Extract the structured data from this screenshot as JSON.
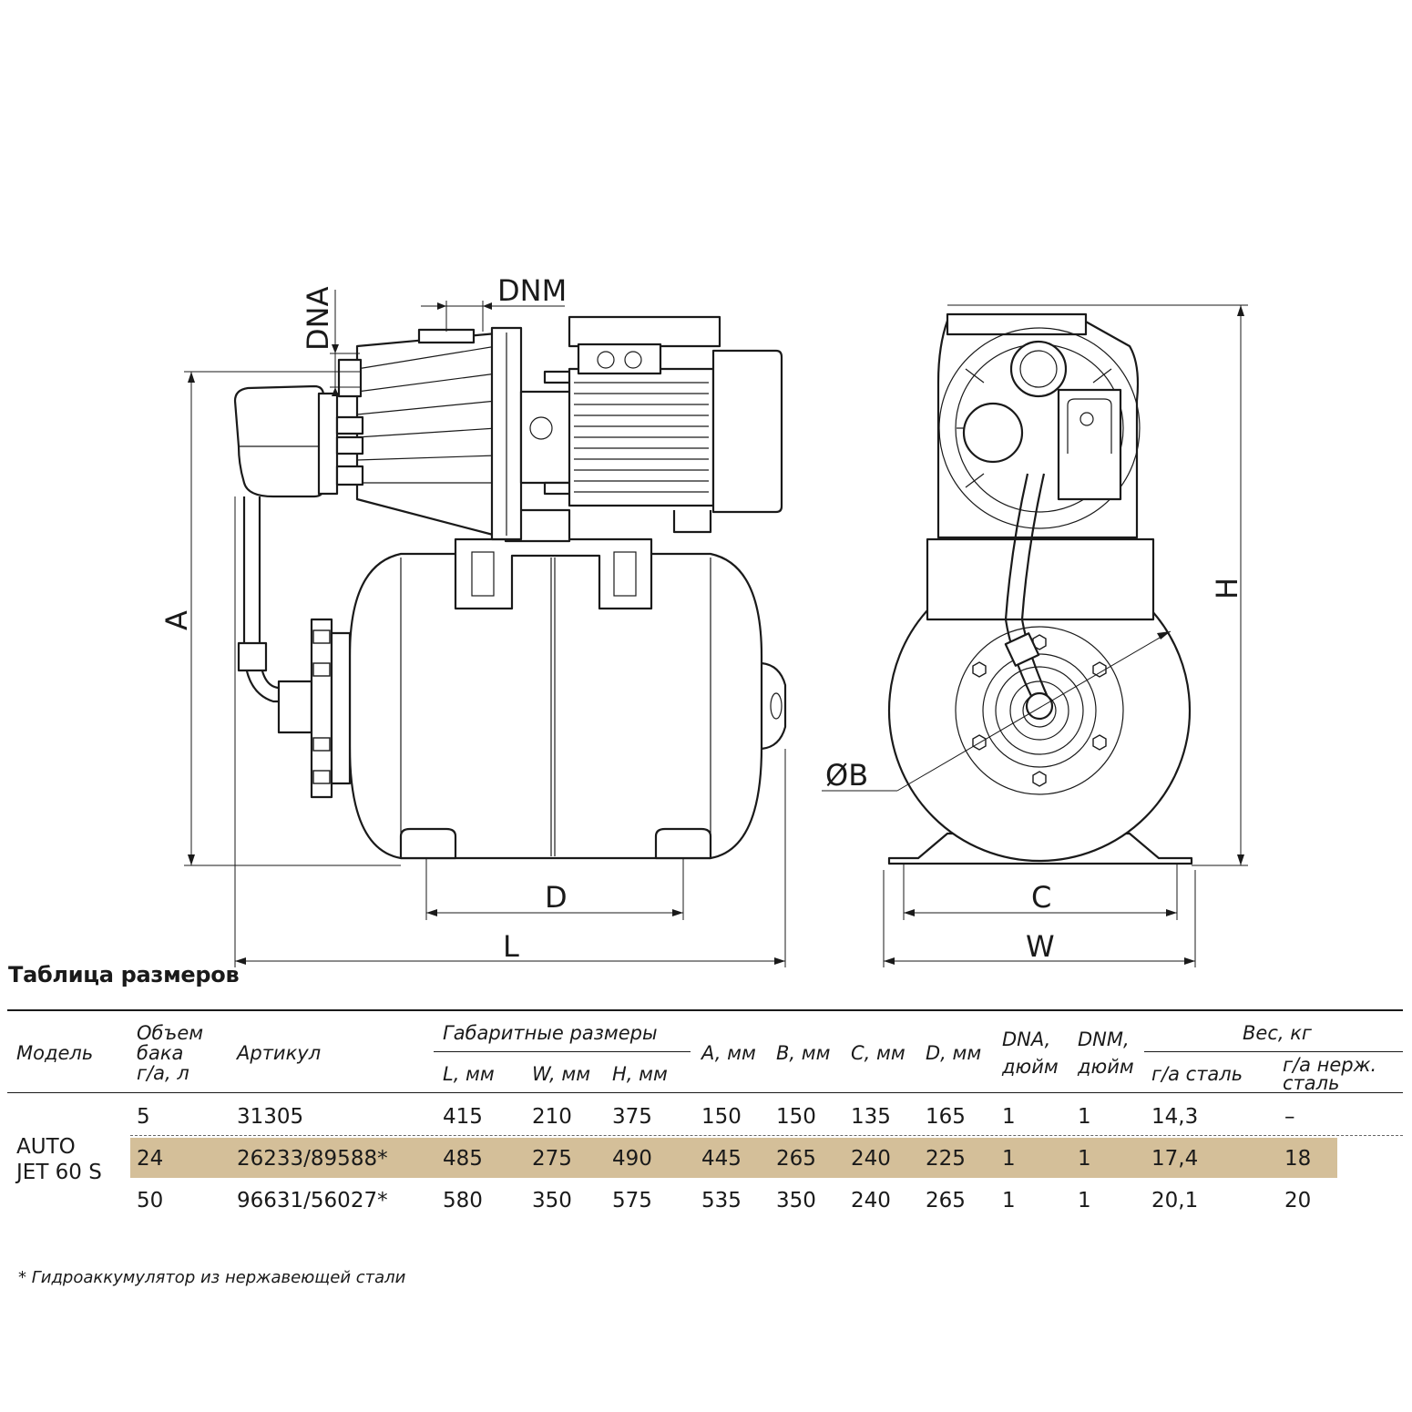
{
  "drawing": {
    "labels": {
      "dna": "DNA",
      "dnm": "DNM",
      "a": "A",
      "h": "H",
      "d": "D",
      "l": "L",
      "c": "C",
      "w": "W",
      "b": "ØB"
    }
  },
  "table": {
    "title": "Таблица размеров",
    "headers": {
      "model": "Модель",
      "tank_line1": "Объем",
      "tank_line2": "бака",
      "tank_line3": "г/а, л",
      "article": "Артикул",
      "overall": "Габаритные размеры",
      "l": "L, мм",
      "w": "W, мм",
      "h": "H, мм",
      "a": "A, мм",
      "b": "B, мм",
      "c": "C, мм",
      "d": "D, мм",
      "dna_line1": "DNA,",
      "dna_line2": "дюйм",
      "dnm_line1": "DNM,",
      "dnm_line2": "дюйм",
      "weight": "Вес, кг",
      "weight_steel": "г/а сталь",
      "weight_stainless_line1": "г/а нерж.",
      "weight_stainless_line2": "сталь"
    },
    "model_line1": "AUTO",
    "model_line2": "JET 60 S",
    "rows": [
      {
        "tank": "5",
        "article": "31305",
        "l": "415",
        "w": "210",
        "h": "375",
        "a": "150",
        "b": "150",
        "c": "135",
        "d": "165",
        "dna": "1",
        "dnm": "1",
        "weight_steel": "14,3",
        "weight_stainless": "–"
      },
      {
        "tank": "24",
        "article": "26233/89588*",
        "l": "485",
        "w": "275",
        "h": "490",
        "a": "445",
        "b": "265",
        "c": "240",
        "d": "225",
        "dna": "1",
        "dnm": "1",
        "weight_steel": "17,4",
        "weight_stainless": "18"
      },
      {
        "tank": "50",
        "article": "96631/56027*",
        "l": "580",
        "w": "350",
        "h": "575",
        "a": "535",
        "b": "350",
        "c": "240",
        "d": "265",
        "dna": "1",
        "dnm": "1",
        "weight_steel": "20,1",
        "weight_stainless": "20"
      }
    ],
    "highlight_color": "#d4bf99",
    "footnote": "* Гидроаккумулятор из нержавеющей стали"
  }
}
